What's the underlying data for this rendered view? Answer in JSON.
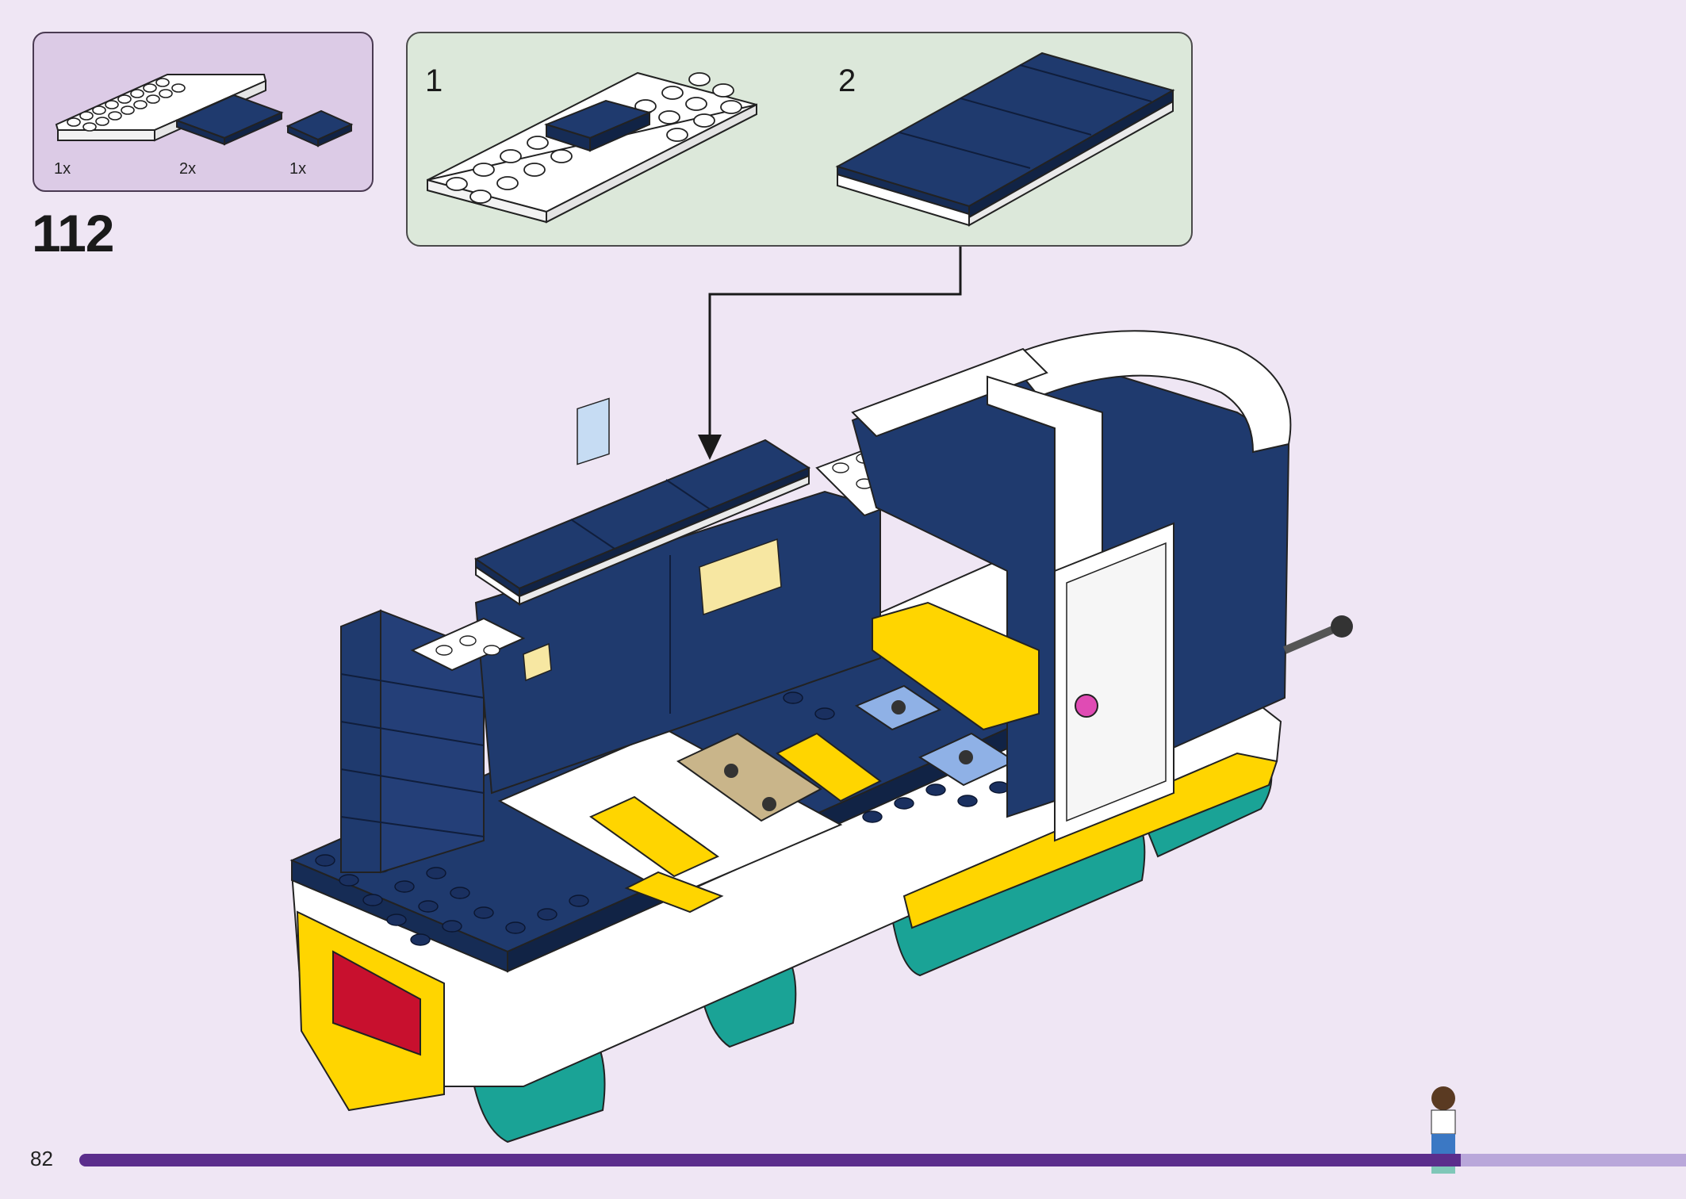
{
  "step": {
    "number": "112"
  },
  "parts": [
    {
      "name": "white-plate-2x8",
      "qty": "1x"
    },
    {
      "name": "dark-blue-tile-2x4",
      "qty": "2x"
    },
    {
      "name": "dark-blue-tile-2x2",
      "qty": "1x"
    }
  ],
  "substeps": [
    {
      "label": "1"
    },
    {
      "label": "2"
    }
  ],
  "page": {
    "number": "82",
    "progress": 0.86
  },
  "colors": {
    "background": "#efe6f4",
    "parts_box": "#dccbe6",
    "callout": "#dce8da",
    "dark_blue": "#1f3a6e",
    "white": "#ffffff",
    "yellow": "#ffd500",
    "teal": "#1aa396",
    "tan": "#c9b58a",
    "light_blue": "#8fb1e6",
    "progress_fill": "#5b2d8c",
    "progress_track": "#b9a7da"
  }
}
